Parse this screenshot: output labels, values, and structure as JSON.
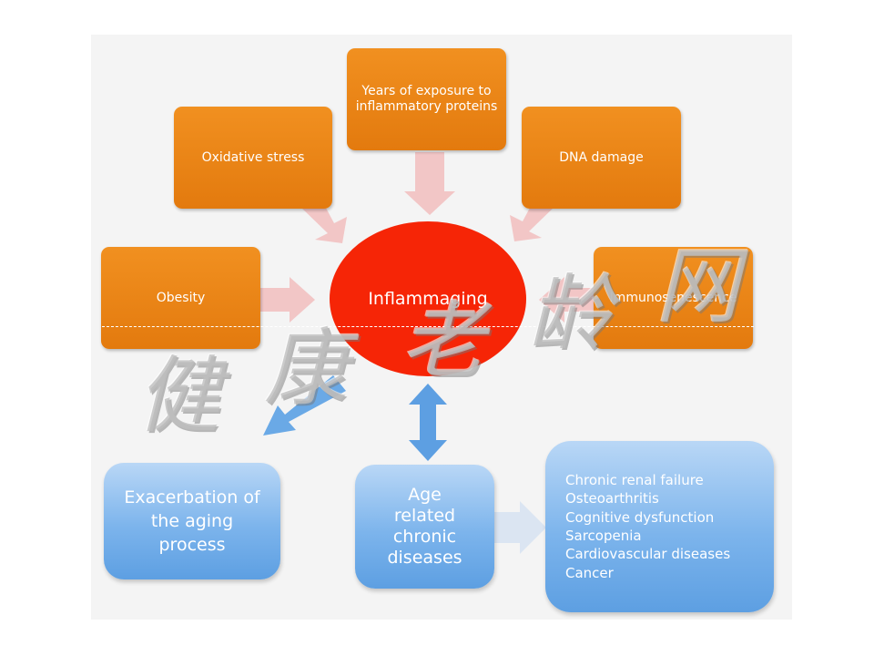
{
  "diagram": {
    "center": "Inflammaging",
    "causes": {
      "years_exposure": "Years of exposure to inflammatory proteins",
      "oxidative_stress": "Oxidative stress",
      "dna_damage": "DNA damage",
      "obesity": "Obesity",
      "immunosenescence": "Immunosenescence"
    },
    "outcomes": {
      "exacerbation": "Exacerbation of the aging process",
      "age_related": "Age related chronic diseases",
      "disease_list": [
        "Chronic renal  failure",
        "Osteoarthritis",
        "Cognitive dysfunction",
        "Sarcopenia",
        "Cardiovascular diseases",
        "Cancer"
      ]
    },
    "watermark": [
      "健",
      "康",
      "老",
      "龄",
      "网"
    ]
  },
  "colors": {
    "cause_box": "#e8820f",
    "center": "#f62506",
    "outcome_box": "#7cb4ec",
    "cause_arrow": "#f2c6c6",
    "outcome_arrow": "#5d9fe2"
  }
}
